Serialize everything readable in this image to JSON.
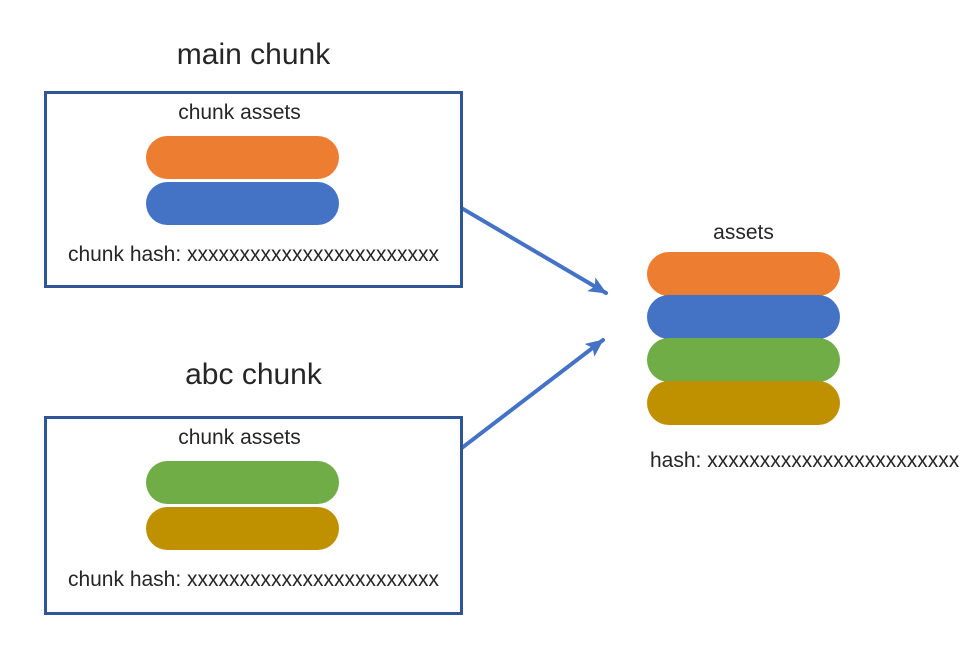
{
  "colors": {
    "box_border": "#2F5597",
    "arrow": "#4472C4",
    "text": "#262626",
    "orange": "#ED7D31",
    "blue": "#4472C4",
    "green": "#70AD47",
    "gold": "#BF9000"
  },
  "chunks": [
    {
      "title": "main chunk",
      "assets_label": "chunk assets",
      "hash": "chunk hash: xxxxxxxxxxxxxxxxxxxxxxxx",
      "assets": [
        {
          "name": "orange-asset-pill",
          "color": "#ED7D31"
        },
        {
          "name": "blue-asset-pill",
          "color": "#4472C4"
        }
      ]
    },
    {
      "title": "abc chunk",
      "assets_label": "chunk assets",
      "hash": "chunk hash: xxxxxxxxxxxxxxxxxxxxxxxx",
      "assets": [
        {
          "name": "green-asset-pill",
          "color": "#70AD47"
        },
        {
          "name": "gold-asset-pill",
          "color": "#BF9000"
        }
      ]
    }
  ],
  "output": {
    "title": "assets",
    "hash": "hash: xxxxxxxxxxxxxxxxxxxxxxxx",
    "assets": [
      {
        "name": "orange-asset-pill",
        "color": "#ED7D31"
      },
      {
        "name": "blue-asset-pill",
        "color": "#4472C4"
      },
      {
        "name": "green-asset-pill",
        "color": "#70AD47"
      },
      {
        "name": "gold-asset-pill",
        "color": "#BF9000"
      }
    ]
  }
}
